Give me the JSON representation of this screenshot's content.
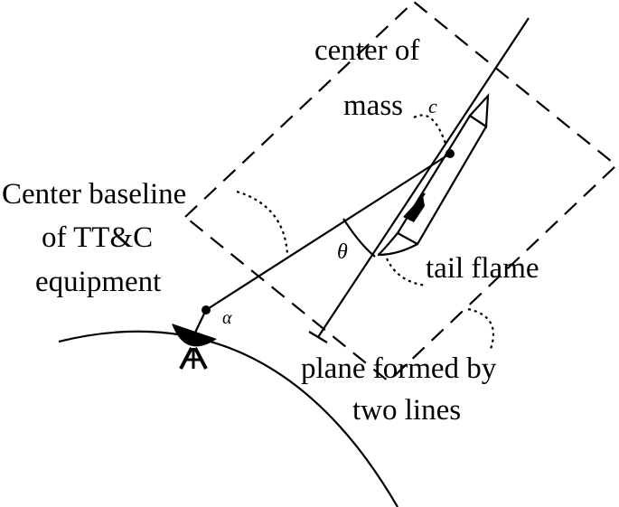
{
  "labels": {
    "center_of_mass_line1": "center of",
    "center_of_mass_line2": "mass",
    "baseline_line1": "Center baseline",
    "baseline_line2": "of TT&C",
    "baseline_line3": "equipment",
    "tail_flame": "tail flame",
    "plane_line1": "plane formed by",
    "plane_line2": "two lines"
  },
  "symbols": {
    "c": "c",
    "theta": "θ",
    "alpha": "α"
  },
  "icons": {
    "antenna": "radar-dish-antenna-icon",
    "rocket": "rocket-icon"
  }
}
